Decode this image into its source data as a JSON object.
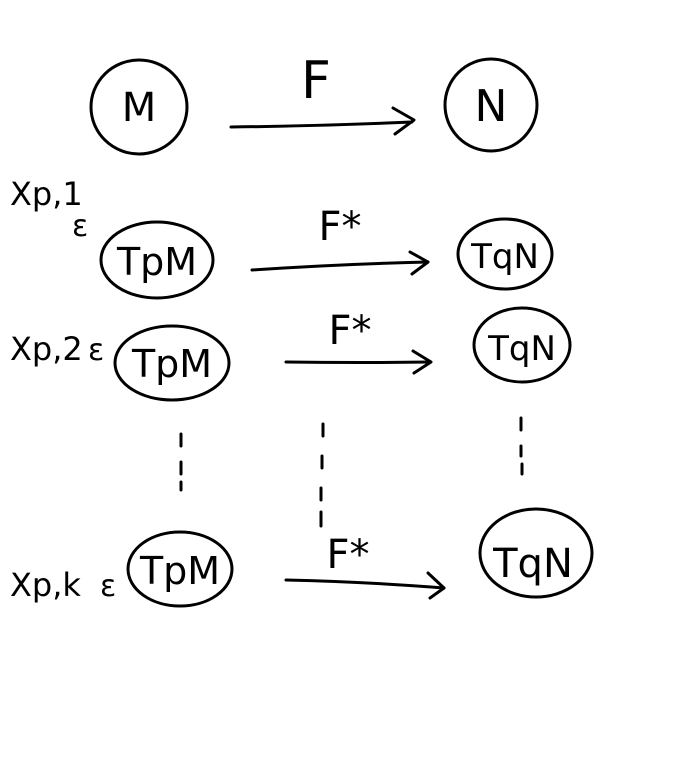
{
  "top": {
    "source": "M",
    "target": "N",
    "map": "F"
  },
  "rows": [
    {
      "vector": "Xp,1",
      "member": "ε",
      "source": "TpM",
      "map": "F*",
      "target": "TqN"
    },
    {
      "vector": "Xp,2",
      "member": "ε",
      "source": "TpM",
      "map": "F*",
      "target": "TqN"
    },
    {
      "vector": "Xp,k",
      "member": "ε",
      "source": "TpM",
      "map": "F*",
      "target": "TqN"
    }
  ],
  "ellipsis": ":"
}
